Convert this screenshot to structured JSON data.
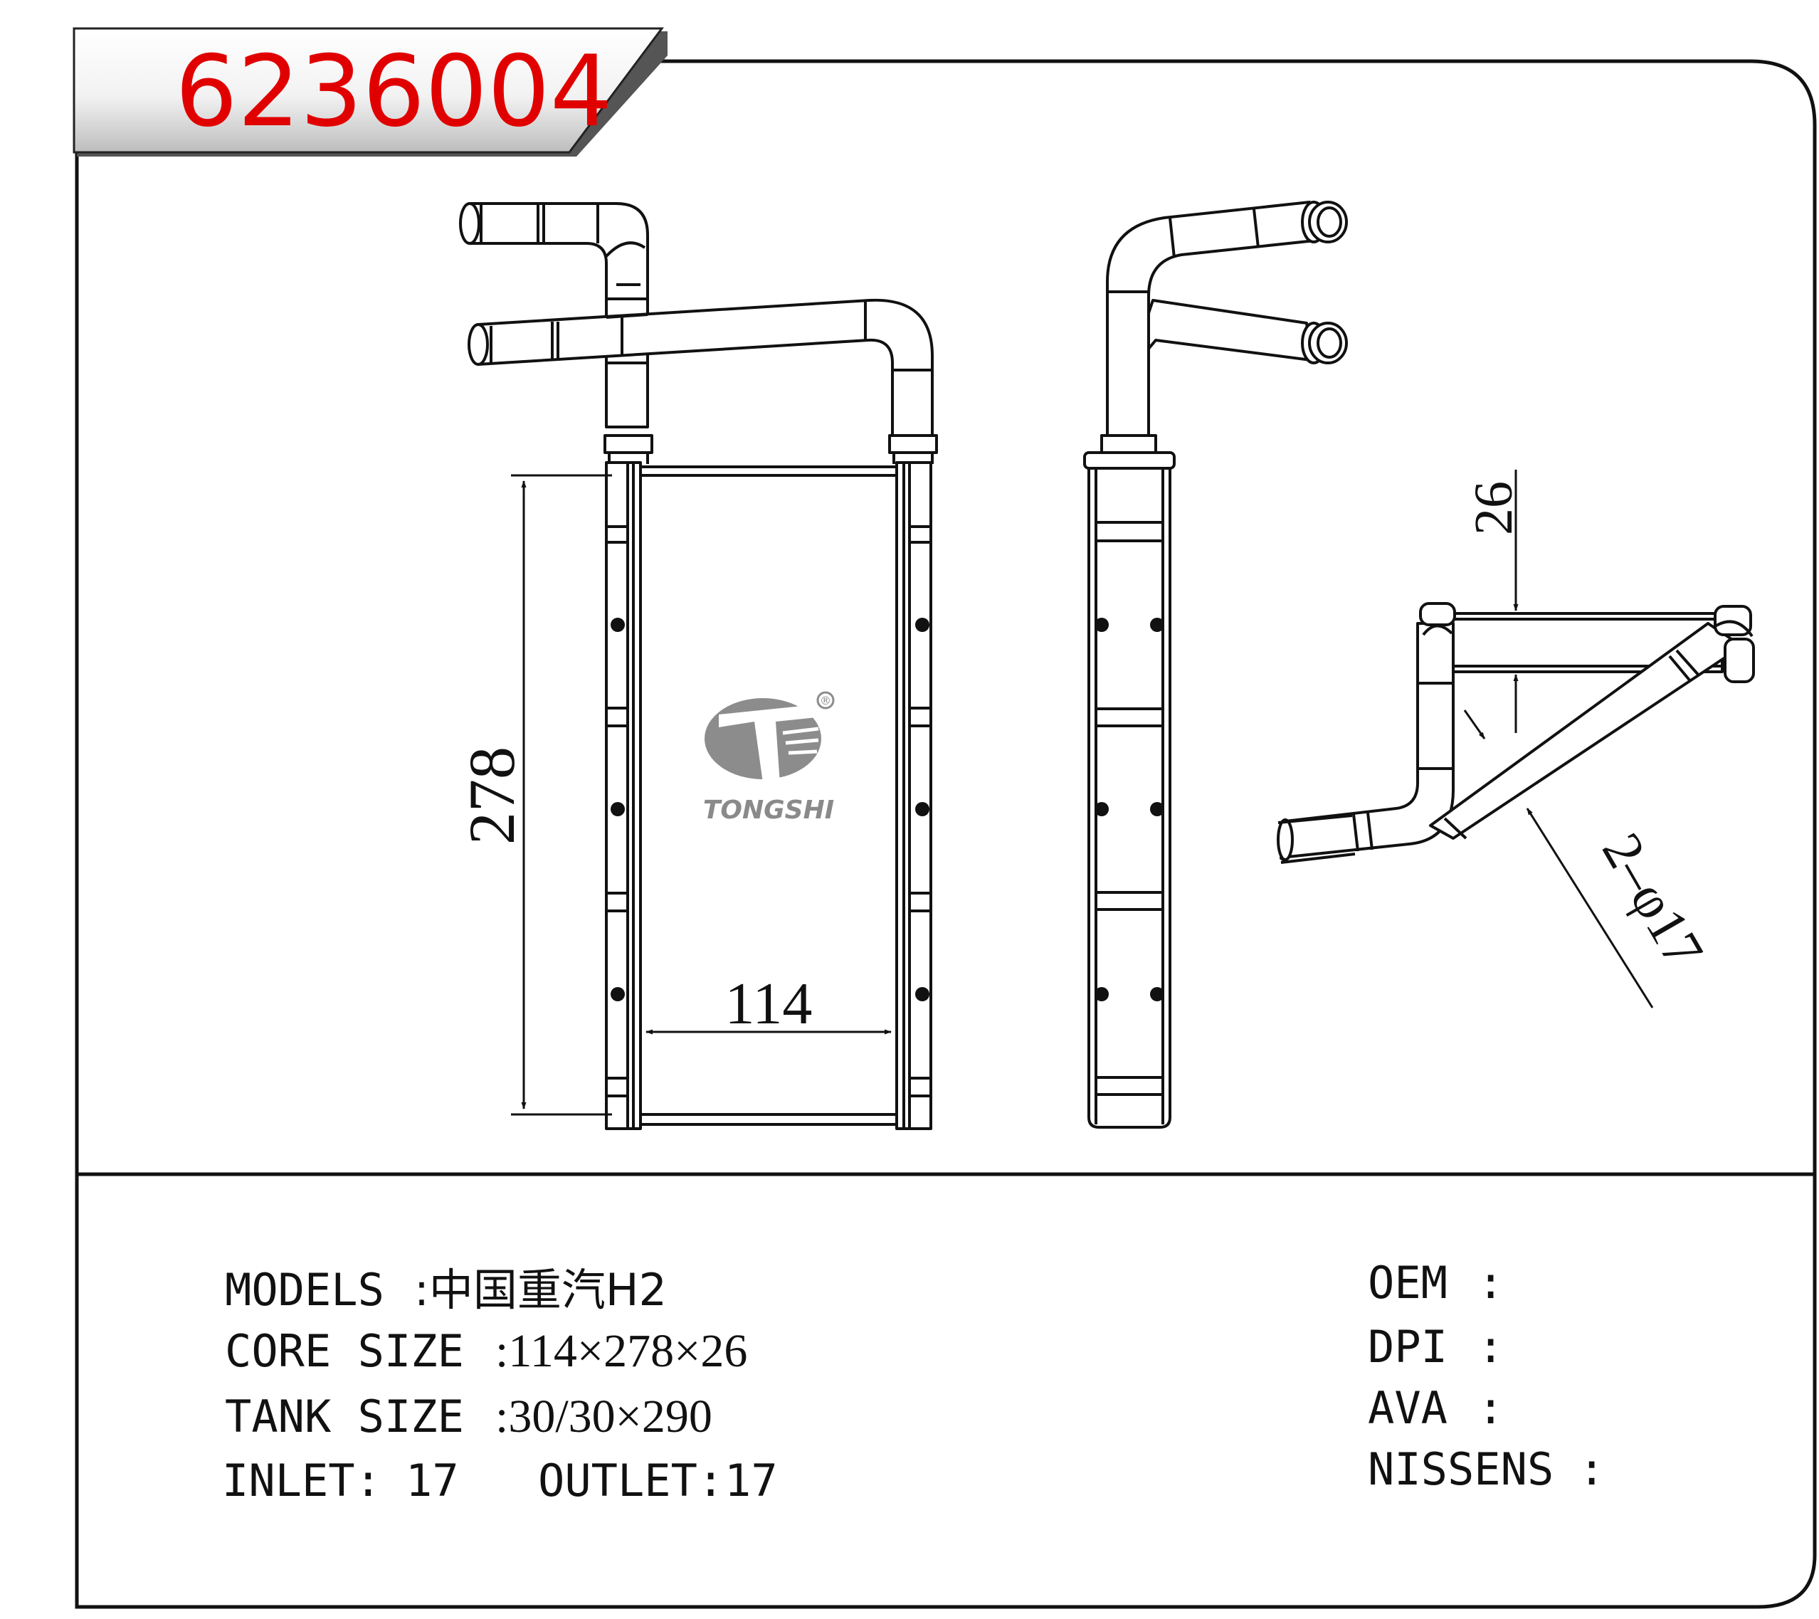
{
  "part_number": "6236004",
  "colors": {
    "part_number": "#e00000",
    "line": "#111111",
    "banner_fill": "#ffffff",
    "logo": "#8a8a8a"
  },
  "logo": {
    "brand": "TONGSHI",
    "registered_mark": "®"
  },
  "dimensions": {
    "height": "278",
    "width": "114",
    "depth": "26",
    "pipes": "2–φ17"
  },
  "specs": {
    "models_label": "MODELS",
    "models_value": ":中国重汽H2",
    "core_label": "CORE SIZE",
    "core_value": ":114×278×26",
    "tank_label": "TANK SIZE",
    "tank_value": ":30/30×290",
    "inlet_label": "INLET:",
    "inlet_value": "17",
    "outlet_label": "OUTLET:",
    "outlet_value": "17"
  },
  "references": [
    {
      "label": "OEM",
      "value": ":"
    },
    {
      "label": "DPI",
      "value": ":"
    },
    {
      "label": "AVA",
      "value": ":"
    },
    {
      "label": "NISSENS",
      "value": ":"
    }
  ]
}
